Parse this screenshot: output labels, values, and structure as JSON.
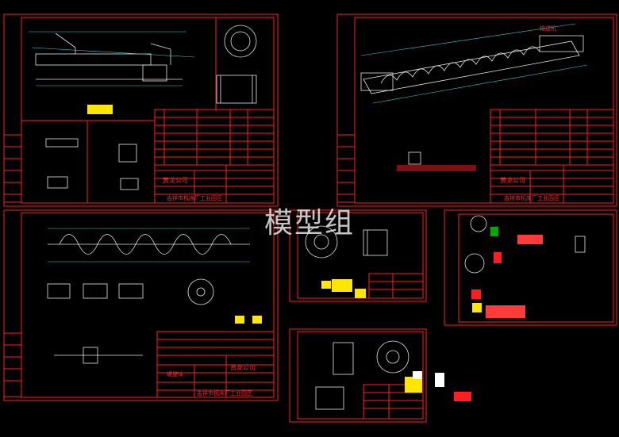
{
  "watermark": "模型组",
  "company_a": "黄龙公司",
  "company_b": "吉祥市机床厂工业园区",
  "sheet_names": {
    "s2": "输送机",
    "s3": "螺旋体"
  },
  "colors": {
    "frame": "#ff1e1e",
    "geometry": "#e6e6e6",
    "dimension": "#39d0d0",
    "highlight": "#ffe600",
    "accent": "#ff7a00"
  }
}
